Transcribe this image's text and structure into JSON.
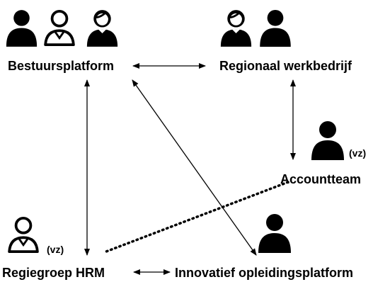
{
  "nodes": {
    "bestuursplatform": {
      "label": "Bestuursplatform"
    },
    "regionaal_werkbedrijf": {
      "label": "Regionaal werkbedrijf"
    },
    "accountteam": {
      "label": "Accountteam",
      "note": "(vz)"
    },
    "regiegroep_hrm": {
      "label": "Regiegroep HRM",
      "note": "(vz)"
    },
    "innovatief_opleidingsplatform": {
      "label": "Innovatief opleidingsplatform"
    }
  },
  "icons": {
    "bestuursplatform": [
      "person-solid-icon",
      "person-outline-icon",
      "person-female-icon"
    ],
    "regionaal_werkbedrijf": [
      "person-female-icon",
      "person-solid-icon"
    ],
    "accountteam": [
      "person-solid-icon"
    ],
    "regiegroep_hrm": [
      "person-outline-icon"
    ],
    "innovatief_opleidingsplatform": [
      "person-solid-icon"
    ]
  },
  "connections": [
    {
      "from": "bestuursplatform",
      "to": "regionaal_werkbedrijf",
      "style": "solid",
      "arrows": "both"
    },
    {
      "from": "bestuursplatform",
      "to": "regiegroep_hrm",
      "style": "solid",
      "arrows": "both"
    },
    {
      "from": "bestuursplatform",
      "to": "innovatief_opleidingsplatform",
      "style": "solid",
      "arrows": "both"
    },
    {
      "from": "regionaal_werkbedrijf",
      "to": "accountteam",
      "style": "solid",
      "arrows": "both"
    },
    {
      "from": "regiegroep_hrm",
      "to": "innovatief_opleidingsplatform",
      "style": "solid",
      "arrows": "both"
    },
    {
      "from": "accountteam",
      "to": "regiegroep_hrm",
      "style": "dotted",
      "arrows": "none"
    }
  ],
  "colors": {
    "ink": "#000000",
    "background": "#ffffff"
  }
}
